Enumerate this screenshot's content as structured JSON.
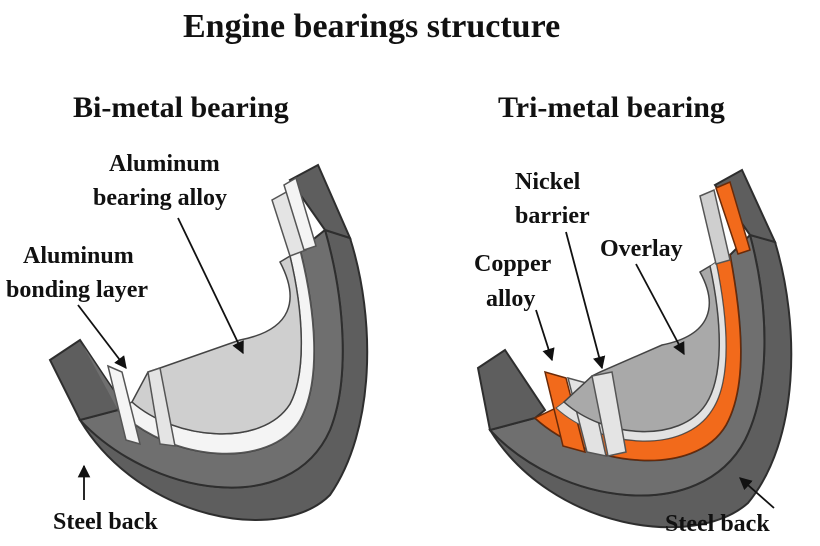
{
  "title": "Engine bearings structure",
  "colors": {
    "steel_face": "#5e5e5e",
    "steel_top": "#6f6f6f",
    "steel_edge": "#2e2e2e",
    "alloy_bore": "#cfcfcf",
    "alloy_light": "#e4e4e4",
    "white_layer": "#f4f4f4",
    "overlay_bore": "#a9a9a9",
    "copper": "#f26a1b",
    "nickel": "#e2e2e2"
  },
  "bi_metal": {
    "title": "Bi-metal bearing",
    "labels": {
      "aluminum_bearing_alloy_1": "Aluminum",
      "aluminum_bearing_alloy_2": "bearing alloy",
      "aluminum_bonding_layer_1": "Aluminum",
      "aluminum_bonding_layer_2": "bonding layer",
      "steel_back": "Steel back"
    }
  },
  "tri_metal": {
    "title": "Tri-metal bearing",
    "labels": {
      "nickel_barrier_1": "Nickel",
      "nickel_barrier_2": "barrier",
      "overlay": "Overlay",
      "copper_alloy_1": "Copper",
      "copper_alloy_2": "alloy",
      "steel_back": "Steel back"
    }
  }
}
